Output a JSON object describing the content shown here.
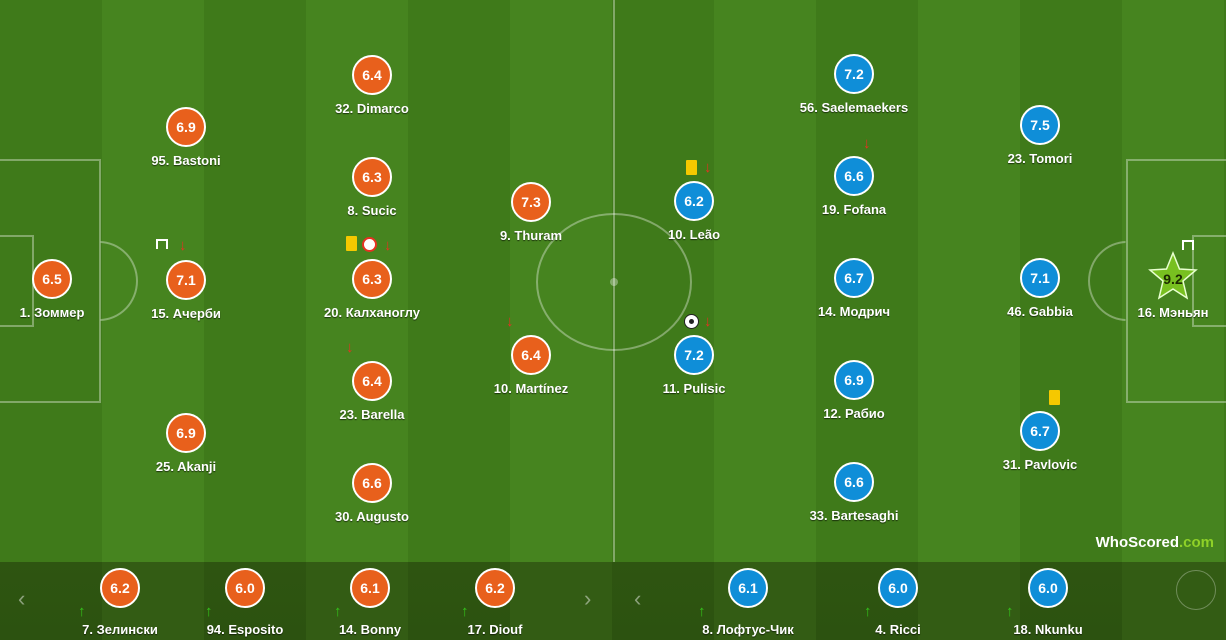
{
  "home_team": {
    "color": "#e8601c",
    "players": [
      {
        "rating": "6.5",
        "name": "1. Зоммер"
      },
      {
        "rating": "6.9",
        "name": "95. Bastoni"
      },
      {
        "rating": "7.1",
        "name": "15. Ачерби"
      },
      {
        "rating": "6.9",
        "name": "25. Akanji"
      },
      {
        "rating": "6.4",
        "name": "32. Dimarco"
      },
      {
        "rating": "6.3",
        "name": "8. Sucic"
      },
      {
        "rating": "6.3",
        "name": "20. Калханоглу"
      },
      {
        "rating": "6.4",
        "name": "23. Barella"
      },
      {
        "rating": "6.6",
        "name": "30. Augusto"
      },
      {
        "rating": "7.3",
        "name": "9. Thuram"
      },
      {
        "rating": "6.4",
        "name": "10. Martínez"
      }
    ]
  },
  "away_team": {
    "color": "#0f8ed8",
    "players": [
      {
        "rating": "6.2",
        "name": "10. Leão"
      },
      {
        "rating": "7.2",
        "name": "11. Pulisic"
      },
      {
        "rating": "7.2",
        "name": "56. Saelemaekers"
      },
      {
        "rating": "6.6",
        "name": "19. Fofana"
      },
      {
        "rating": "6.7",
        "name": "14. Модрич"
      },
      {
        "rating": "6.9",
        "name": "12. Рабио"
      },
      {
        "rating": "6.6",
        "name": "33. Bartesaghi"
      },
      {
        "rating": "7.5",
        "name": "23. Tomori"
      },
      {
        "rating": "7.1",
        "name": "46. Gabbia"
      },
      {
        "rating": "6.7",
        "name": "31. Pavlovic"
      },
      {
        "rating": "9.2",
        "name": "16. Мэньян"
      }
    ]
  },
  "substitutes": [
    {
      "rating": "6.2",
      "name": "7. Зелински"
    },
    {
      "rating": "6.0",
      "name": "94. Esposito"
    },
    {
      "rating": "6.1",
      "name": "14. Bonny"
    },
    {
      "rating": "6.2",
      "name": "17. Diouf"
    },
    {
      "rating": "6.1",
      "name": "8. Лофтус-Чик"
    },
    {
      "rating": "6.0",
      "name": "4. Ricci"
    },
    {
      "rating": "6.0",
      "name": "18. Nkunku"
    }
  ],
  "icons": {
    "sub_off": "arrow-down-icon",
    "sub_on": "arrow-up-icon",
    "card": "yellow-card-icon",
    "goal": "ball-icon",
    "man_of_match": "star-icon",
    "nav_left": "chevron-left-icon",
    "nav_right": "chevron-right-icon"
  },
  "arrow_down_glyph": "↓",
  "arrow_up_glyph": "↑",
  "nav_left_glyph": "‹",
  "nav_right_glyph": "›",
  "watermark": {
    "text": "WhoScored",
    "suffix": ".com"
  }
}
